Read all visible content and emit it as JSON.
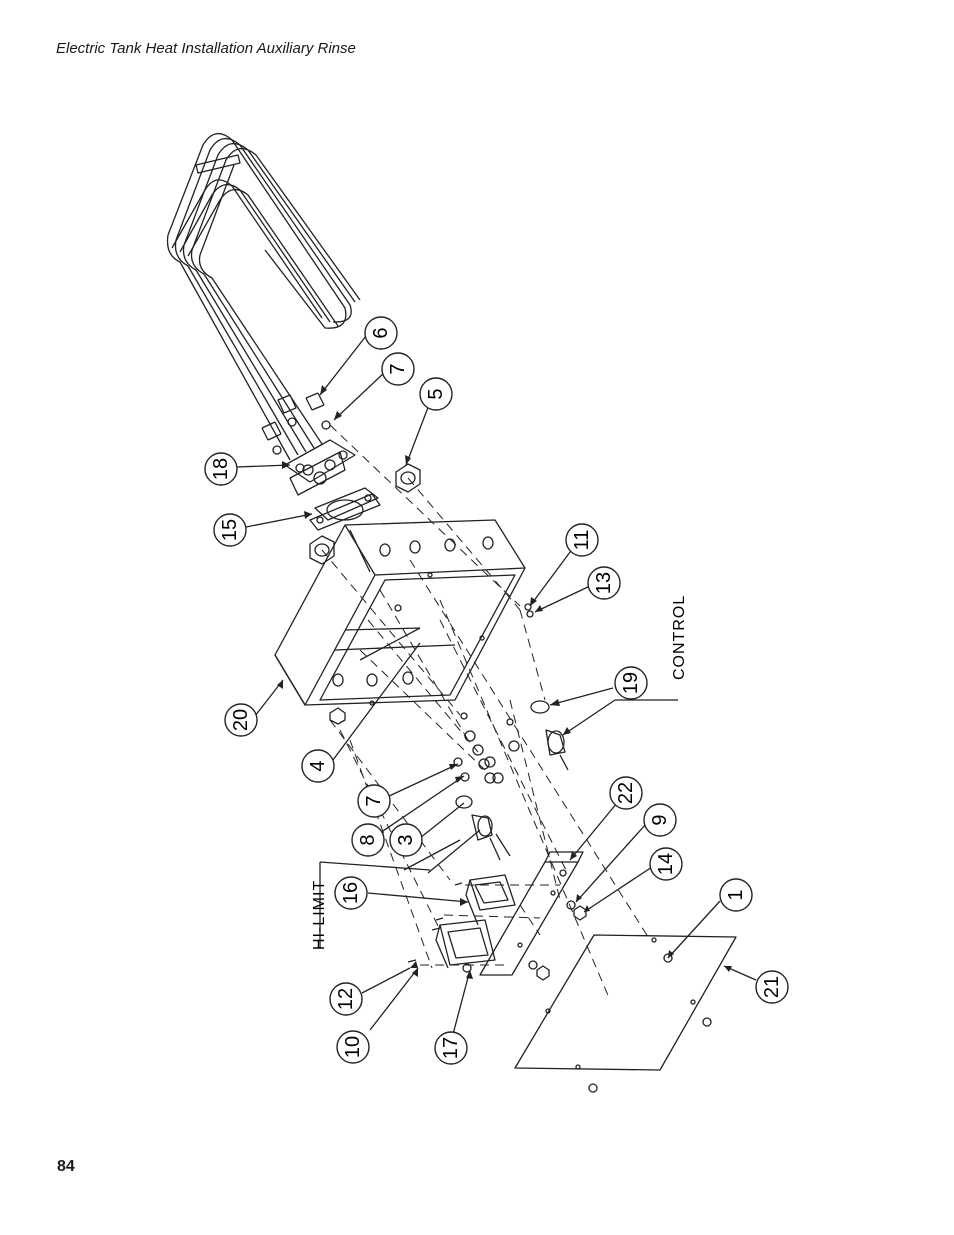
{
  "header": {
    "title": "Electric Tank Heat Installation Auxiliary Rinse"
  },
  "footer": {
    "page_number": "84"
  },
  "diagram": {
    "callouts": [
      "6",
      "7",
      "5",
      "18",
      "15",
      "11",
      "13",
      "19",
      "20",
      "4",
      "7",
      "8",
      "3",
      "22",
      "9",
      "14",
      "16",
      "1",
      "21",
      "12",
      "10",
      "17"
    ],
    "tags": {
      "control": "CONTROL",
      "hi_limit": "HI-LIMIT"
    }
  }
}
